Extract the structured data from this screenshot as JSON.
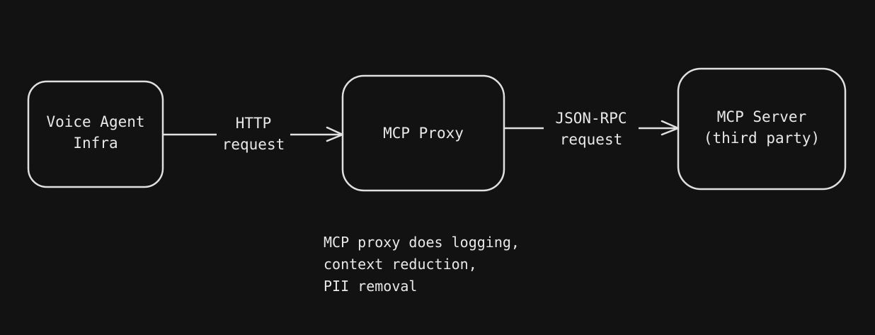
{
  "colors": {
    "background": "#121212",
    "stroke": "#e0e0e0",
    "text": "#e8e8e8"
  },
  "nodes": {
    "voice_agent": {
      "label": "Voice Agent\nInfra"
    },
    "mcp_proxy": {
      "label": "MCP Proxy"
    },
    "mcp_server": {
      "label": "MCP Server\n(third party)"
    }
  },
  "edges": {
    "http": {
      "label": "HTTP\nrequest"
    },
    "jsonrpc": {
      "label": "JSON-RPC\nrequest"
    }
  },
  "note": {
    "lines": [
      "MCP proxy does logging,",
      "context reduction,",
      "PII removal"
    ]
  }
}
